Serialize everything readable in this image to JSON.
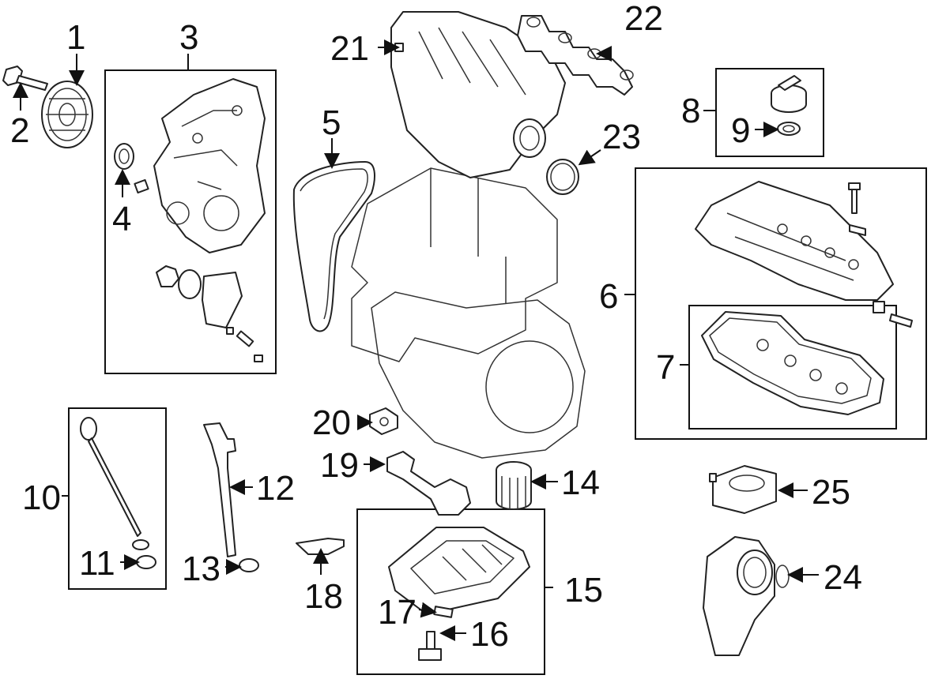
{
  "callouts": {
    "c1": "1",
    "c2": "2",
    "c3": "3",
    "c4": "4",
    "c5": "5",
    "c6": "6",
    "c7": "7",
    "c8": "8",
    "c9": "9",
    "c10": "10",
    "c11": "11",
    "c12": "12",
    "c13": "13",
    "c14": "14",
    "c15": "15",
    "c16": "16",
    "c17": "17",
    "c18": "18",
    "c19": "19",
    "c20": "20",
    "c21": "21",
    "c22": "22",
    "c23": "23",
    "c24": "24",
    "c25": "25"
  },
  "colors": {
    "line": "#111111",
    "background": "#ffffff"
  }
}
